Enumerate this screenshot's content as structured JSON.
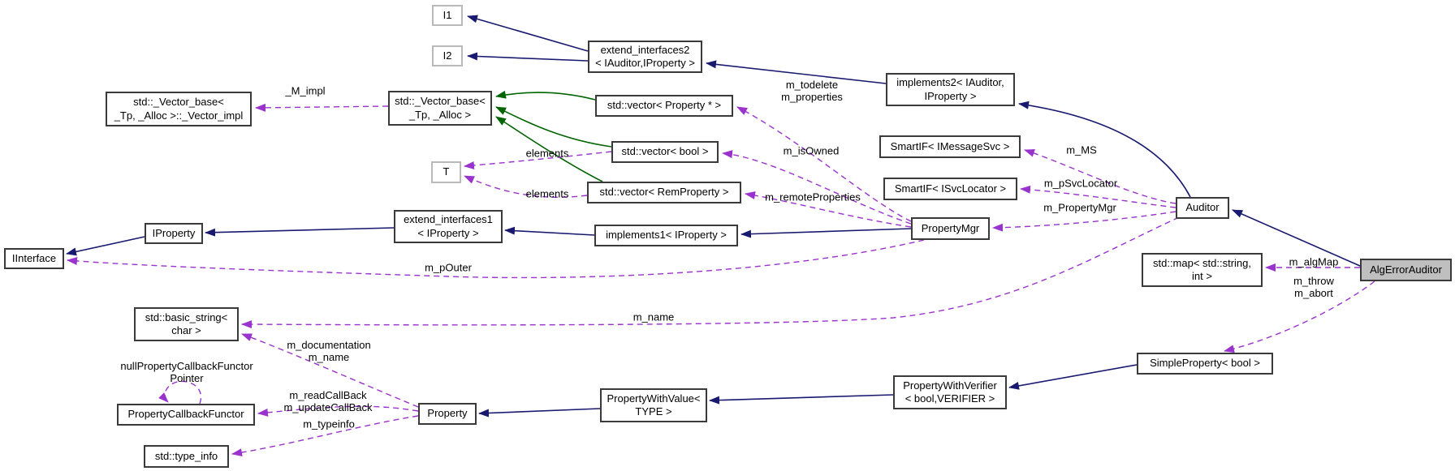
{
  "diagram": {
    "title": "Collaboration diagram for AlgErrorAuditor",
    "colors": {
      "inheritance_edge": "#191970",
      "template_edge": "#006400",
      "usage_edge": "#9a32cd",
      "node_border": "#3a3a3a",
      "param_border": "#b9b9b9",
      "current_node_fill": "#bfbfbf"
    },
    "nodes": {
      "i1": {
        "label": "I1"
      },
      "i2": {
        "label": "I2"
      },
      "extend_interfaces2": {
        "lines": [
          "extend_interfaces2",
          "< IAuditor,IProperty >"
        ]
      },
      "vector_impl": {
        "lines": [
          "std::_Vector_base<",
          "_Tp, _Alloc >::_Vector_impl"
        ]
      },
      "vector_base": {
        "lines": [
          "std::_Vector_base<",
          "_Tp, _Alloc >"
        ]
      },
      "vector_property": {
        "label": "std::vector< Property * >"
      },
      "vector_bool": {
        "label": "std::vector< bool >"
      },
      "vector_remproperty": {
        "label": "std::vector< RemProperty >"
      },
      "t": {
        "label": "T"
      },
      "implements1": {
        "label": "implements1< IProperty >"
      },
      "extend_interfaces1": {
        "lines": [
          "extend_interfaces1",
          "< IProperty >"
        ]
      },
      "iproperty": {
        "label": "IProperty"
      },
      "iinterface": {
        "label": "IInterface"
      },
      "implements2": {
        "lines": [
          "implements2< IAuditor,",
          "IProperty >"
        ]
      },
      "smartif_imessagesvc": {
        "label": "SmartIF< IMessageSvc >"
      },
      "smartif_isvclocator": {
        "label": "SmartIF< ISvcLocator >"
      },
      "propertymgr": {
        "label": "PropertyMgr"
      },
      "auditor": {
        "label": "Auditor"
      },
      "std_map": {
        "lines": [
          "std::map< std::string,",
          "int >"
        ]
      },
      "algerrorauditor": {
        "label": "AlgErrorAuditor"
      },
      "simpleproperty": {
        "label": "SimpleProperty< bool >"
      },
      "propertywithverifier": {
        "lines": [
          "PropertyWithVerifier",
          "< bool,VERIFIER >"
        ]
      },
      "propertywithvalue": {
        "lines": [
          "PropertyWithValue<",
          "TYPE >"
        ]
      },
      "property": {
        "label": "Property"
      },
      "basic_string": {
        "lines": [
          "std::basic_string<",
          "char >"
        ]
      },
      "propertycallbackfunctor": {
        "label": "PropertyCallbackFunctor"
      },
      "type_info": {
        "label": "std::type_info"
      }
    },
    "edge_labels": {
      "m_impl": "_M_impl",
      "m_todelete": {
        "lines": [
          "m_todelete",
          "m_properties"
        ]
      },
      "m_isowned": "m_isOwned",
      "m_remoteproperties": "m_remoteProperties",
      "elements_upper": "elements",
      "elements_lower": "elements",
      "m_ms": "m_MS",
      "m_psvclocator": "m_pSvcLocator",
      "m_propertymgr": "m_PropertyMgr",
      "m_pouter": "m_pOuter",
      "m_name": "m_name",
      "m_algmap": "m_algMap",
      "m_throw": {
        "lines": [
          "m_throw",
          "m_abort"
        ]
      },
      "m_documentation": {
        "lines": [
          "m_documentation",
          "m_name"
        ]
      },
      "null_functor": {
        "lines": [
          "nullPropertyCallbackFunctor",
          "Pointer"
        ]
      },
      "m_readcallback": {
        "lines": [
          "m_readCallBack",
          "m_updateCallBack"
        ]
      },
      "m_typeinfo": "m_typeinfo"
    }
  }
}
